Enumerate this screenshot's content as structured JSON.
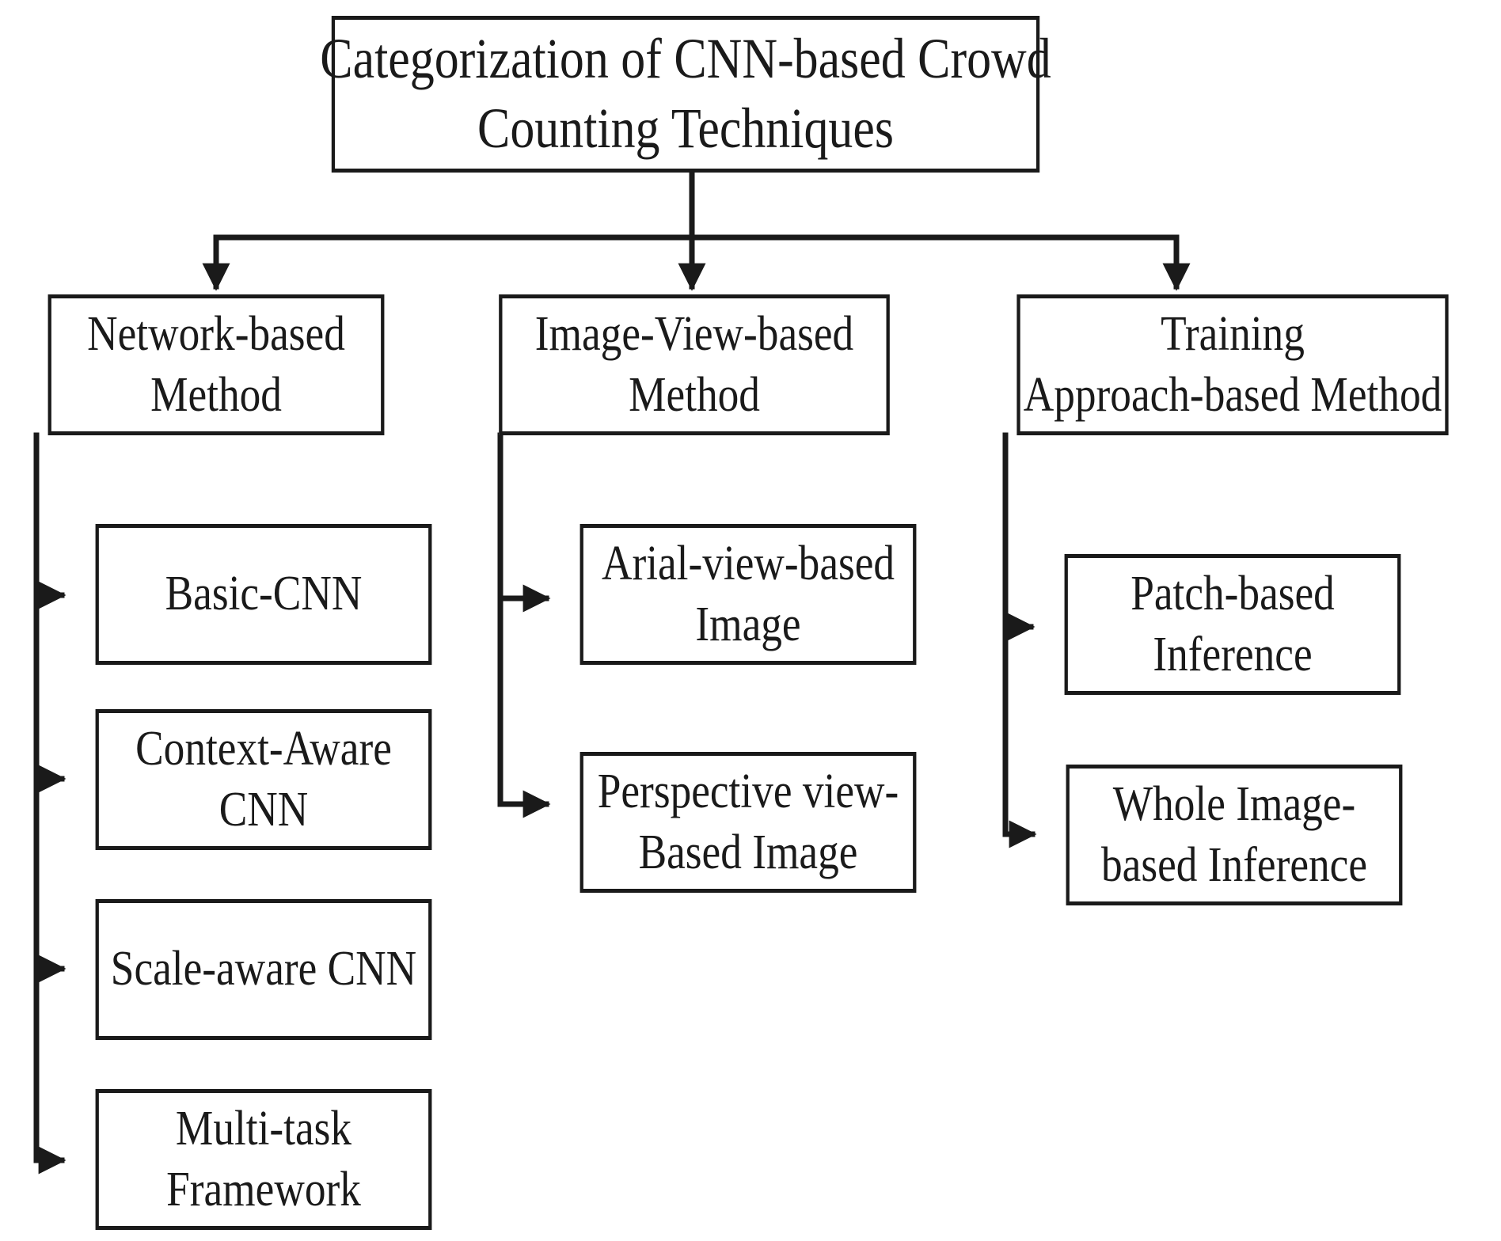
{
  "root": {
    "line1": "Categorization of CNN-based Crowd",
    "line2": "Counting Techniques"
  },
  "categories": [
    {
      "line1": "Network-based",
      "line2": "Method",
      "children": [
        {
          "line1": "Basic-CNN",
          "line2": ""
        },
        {
          "line1": "Context-Aware",
          "line2": "CNN"
        },
        {
          "line1": "Scale-aware CNN",
          "line2": ""
        },
        {
          "line1": "Multi-task",
          "line2": "Framework"
        }
      ]
    },
    {
      "line1": "Image-View-based",
      "line2": "Method",
      "children": [
        {
          "line1": "Arial-view-based",
          "line2": "Image"
        },
        {
          "line1": "Perspective view-",
          "line2": "Based Image"
        }
      ]
    },
    {
      "line1": "Training",
      "line2": "Approach-based Method",
      "children": [
        {
          "line1": "Patch-based",
          "line2": "Inference"
        },
        {
          "line1": "Whole Image-",
          "line2": "based Inference"
        }
      ]
    }
  ],
  "colors": {
    "stroke": "#1a1a1a",
    "background": "#ffffff"
  }
}
